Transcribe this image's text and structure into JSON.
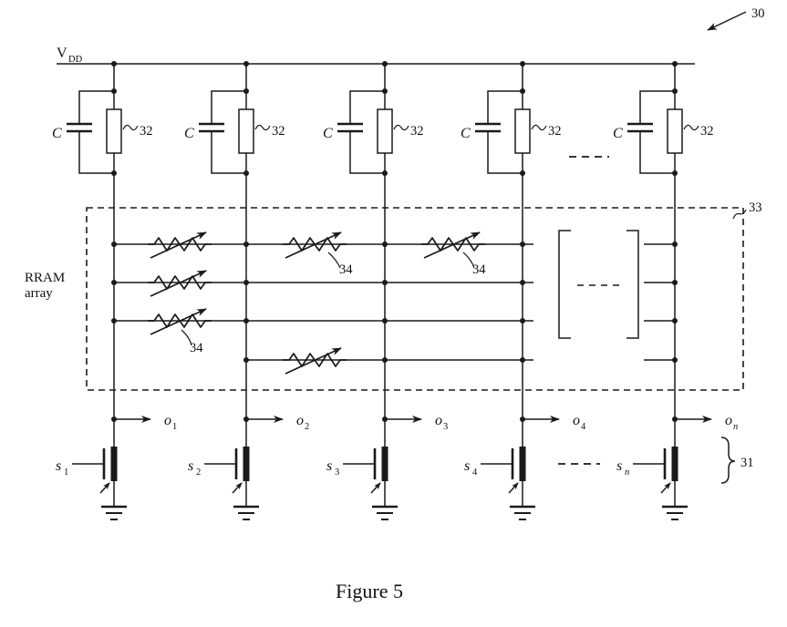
{
  "figure": {
    "caption": "Figure 5"
  },
  "refs": {
    "circuit": "30",
    "cap_unit": "32",
    "rram_array_box": "33",
    "memristor": "34",
    "switch_bank": "31"
  },
  "labels": {
    "vdd_main": "V",
    "vdd_sub": "DD",
    "capacitor": "C",
    "rram_line1": "RRAM",
    "rram_line2": "array",
    "output_main": "o",
    "switch_main": "s"
  },
  "columns": [
    {
      "sub": "1"
    },
    {
      "sub": "2"
    },
    {
      "sub": "3"
    },
    {
      "sub": "4"
    },
    {
      "sub": "n"
    }
  ]
}
